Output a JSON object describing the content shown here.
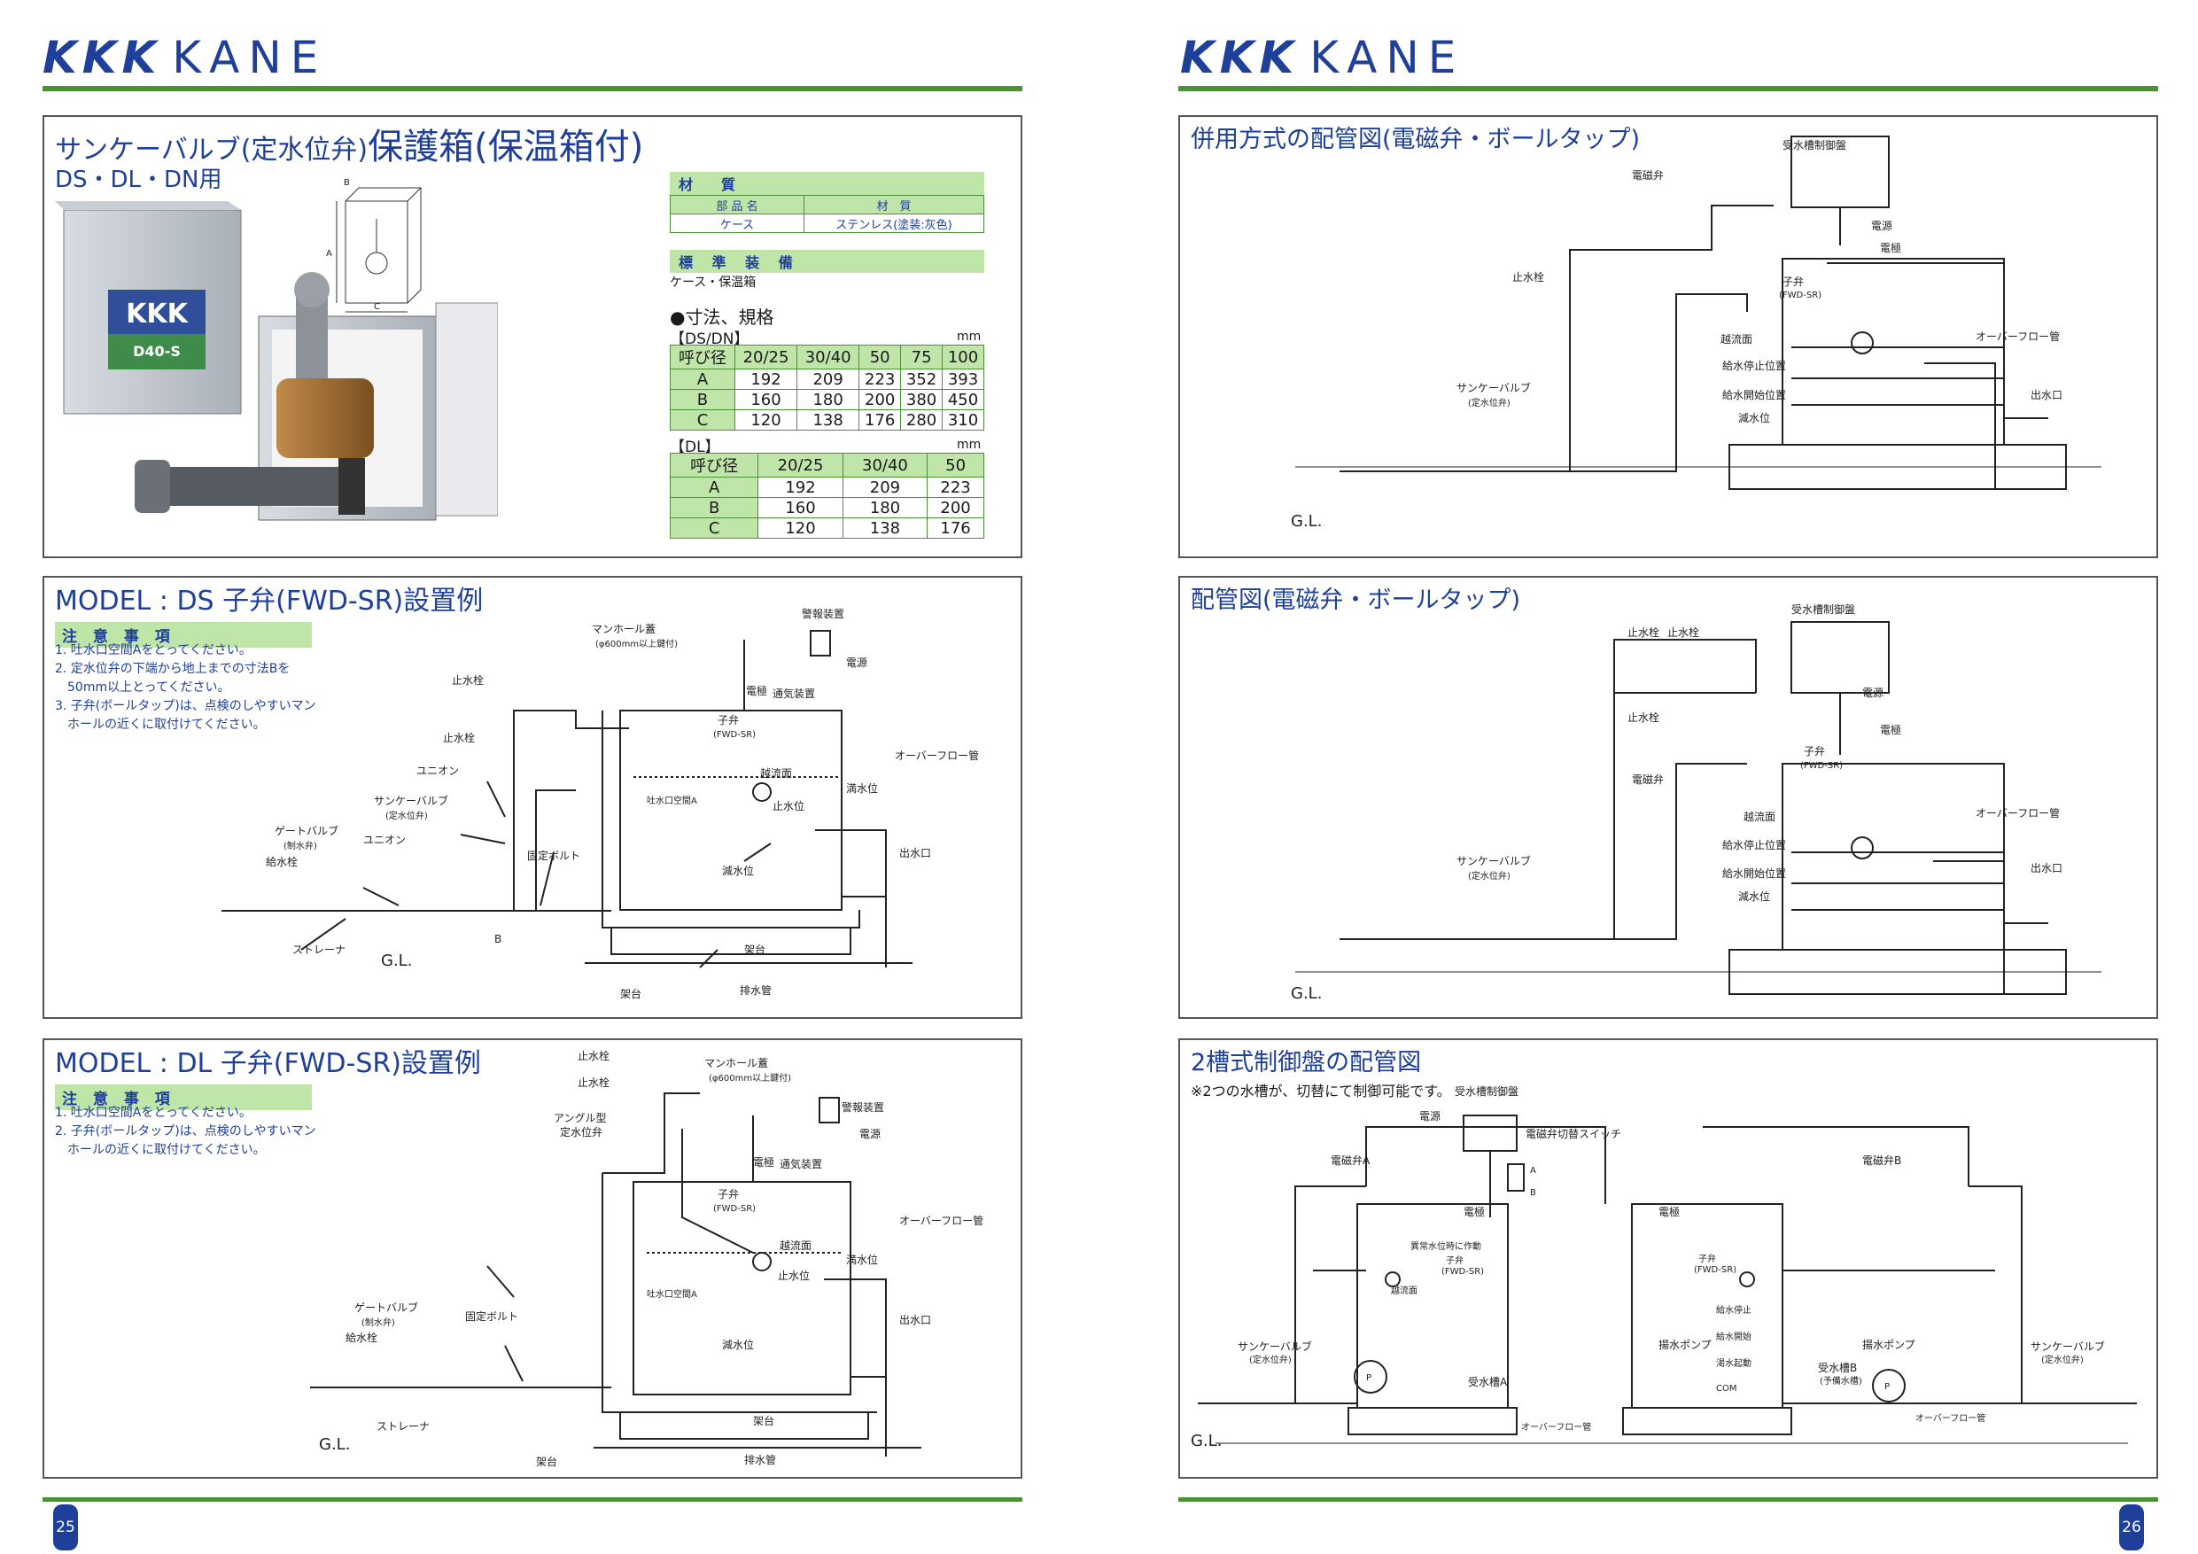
{
  "header": {
    "logo_left_kkk": "KKK",
    "logo_left_kane": "KANE",
    "logo_right_kkk": "KKK",
    "logo_right_kane": "KANE"
  },
  "panel1": {
    "title_small": "サンケーバルブ(定水位弁)",
    "title_big": "保護箱(保温箱付)",
    "subtitle": "DS・DL・DN用",
    "photo_label": "D40-S",
    "dim_labels": {
      "a": "A",
      "b": "B",
      "c": "C"
    },
    "material": {
      "header": "材　質",
      "col1": "部 品 名",
      "col2": "材　質",
      "row_part": "ケース",
      "row_mat": "ステンレス(塗装:灰色)"
    },
    "standard": {
      "header": "標 準 装 備",
      "text": "ケース・保温箱"
    },
    "spec_title": "●寸法、規格",
    "ds_label": "【DS/DN】",
    "unit1": "mm",
    "ds_table": [
      [
        "呼び径",
        "20/25",
        "30/40",
        "50",
        "75",
        "100"
      ],
      [
        "A",
        "192",
        "209",
        "223",
        "352",
        "393"
      ],
      [
        "B",
        "160",
        "180",
        "200",
        "380",
        "450"
      ],
      [
        "C",
        "120",
        "138",
        "176",
        "280",
        "310"
      ]
    ],
    "dl_label": "【DL】",
    "unit2": "mm",
    "dl_table": [
      [
        "呼び径",
        "20/25",
        "30/40",
        "50"
      ],
      [
        "A",
        "192",
        "209",
        "223"
      ],
      [
        "B",
        "160",
        "180",
        "200"
      ],
      [
        "C",
        "120",
        "138",
        "176"
      ]
    ]
  },
  "panel2": {
    "title": "MODEL : DS 子弁(FWD-SR)設置例",
    "note_header": "注 意 事 項",
    "notes": [
      "1. 吐水口空間Aをとってください。",
      "2. 定水位弁の下端から地上までの寸法Bを",
      "　50mm以上とってください。",
      "3. 子弁(ボールタップ)は、点検のしやすいマン",
      "　ホールの近くに取付けてください。"
    ],
    "labels": {
      "manhole": "マンホール蓋",
      "manhole_sub": "(φ600mm以上鍵付)",
      "alarm": "警報装置",
      "power": "電源",
      "electrode": "電極",
      "vent": "通気装置",
      "stop1": "止水栓",
      "stop2": "止水栓",
      "union1": "ユニオン",
      "union2": "ユニオン",
      "sanke": "サンケーバルブ",
      "sanke_sub": "(定水位弁)",
      "gate": "ゲートバルブ",
      "gate_sub": "(制水弁)",
      "supply": "給水栓",
      "strainer": "ストレーナ",
      "gl": "G.L.",
      "child": "子弁",
      "child_sub": "(FWD-SR)",
      "overflow_face": "越流面",
      "stop_level": "止水位",
      "full_level": "満水位",
      "overflow_pipe": "オーバーフロー管",
      "outlet": "出水口",
      "air_gap": "吐水口空間A",
      "low_level": "減水位",
      "bolt": "固定ボルト",
      "b": "B",
      "stand1": "架台",
      "stand2": "架台",
      "drain": "排水管"
    }
  },
  "panel3": {
    "title": "MODEL : DL 子弁(FWD-SR)設置例",
    "note_header": "注 意 事 項",
    "notes": [
      "1. 吐水口空間Aをとってください。",
      "2. 子弁(ボールタップ)は、点検のしやすいマン",
      "　ホールの近くに取付けてください。"
    ],
    "labels": {
      "stop1": "止水栓",
      "stop2": "止水栓",
      "angle": "アングル型",
      "angle_sub": "定水位弁",
      "manhole": "マンホール蓋",
      "manhole_sub": "(φ600mm以上鍵付)",
      "alarm": "警報装置",
      "power": "電源",
      "electrode": "電極",
      "vent": "通気装置",
      "child": "子弁",
      "child_sub": "(FWD-SR)",
      "overflow_face": "越流面",
      "full_level": "満水位",
      "stop_level": "止水位",
      "overflow_pipe": "オーバーフロー管",
      "outlet": "出水口",
      "air_gap": "吐水口空間A",
      "low_level": "減水位",
      "gate": "ゲートバルブ",
      "gate_sub": "(制水弁)",
      "supply": "給水栓",
      "bolt": "固定ボルト",
      "strainer": "ストレーナ",
      "gl": "G.L.",
      "stand1": "架台",
      "stand2": "架台",
      "drain": "排水管"
    }
  },
  "panel4": {
    "title": "併用方式の配管図(電磁弁・ボールタップ)",
    "labels": {
      "control": "受水槽制御盤",
      "solenoid": "電磁弁",
      "power": "電源",
      "electrode": "電極",
      "stop": "止水栓",
      "child": "子弁",
      "child_sub": "(FWD-SR)",
      "overflow_face": "越流面",
      "overflow_pipe": "オーバーフロー管",
      "stop_pos": "給水停止位置",
      "start_pos": "給水開始位置",
      "low_level": "減水位",
      "outlet": "出水口",
      "sanke": "サンケーバルブ",
      "sanke_sub": "(定水位弁)",
      "gl": "G.L."
    }
  },
  "panel5": {
    "title": "配管図(電磁弁・ボールタップ)",
    "labels": {
      "control": "受水槽制御盤",
      "stop1": "止水栓",
      "stop2": "止水栓",
      "stop3": "止水栓",
      "solenoid": "電磁弁",
      "power": "電源",
      "electrode": "電極",
      "child": "子弁",
      "child_sub": "(FWD-SR)",
      "overflow_face": "越流面",
      "overflow_pipe": "オーバーフロー管",
      "stop_pos": "給水停止位置",
      "start_pos": "給水開始位置",
      "low_level": "減水位",
      "outlet": "出水口",
      "sanke": "サンケーバルブ",
      "sanke_sub": "(定水位弁)",
      "gl": "G.L."
    }
  },
  "panel6": {
    "title": "2槽式制御盤の配管図",
    "subtitle": "※2つの水槽が、切替にて制御可能です。",
    "labels": {
      "control": "受水槽制御盤",
      "power": "電源",
      "switch": "電磁弁切替スイッチ",
      "sw_a": "A",
      "sw_b": "B",
      "sol_a": "電磁弁A",
      "sol_b": "電磁弁B",
      "electrode1": "電極",
      "electrode2": "電極",
      "abnormal": "異常水位時に作動",
      "child1": "子弁",
      "child1_sub": "(FWD-SR)",
      "child2": "子弁",
      "child2_sub": "(FWD-SR)",
      "overflow_face": "越流面",
      "stop_supply": "給水停止",
      "start_supply": "給水開始",
      "dry_start": "渇水起動",
      "com": "COM",
      "pump1": "揚水ポンプ",
      "pump2": "揚水ポンプ",
      "tank_a": "受水槽A",
      "tank_b": "受水槽B",
      "tank_b_sub": "(予備水槽)",
      "overflow1": "オーバーフロー管",
      "overflow2": "オーバーフロー管",
      "sanke1": "サンケーバルブ",
      "sanke1_sub": "(定水位弁)",
      "sanke2": "サンケーバルブ",
      "sanke2_sub": "(定水位弁)",
      "p1": "P",
      "p2": "P",
      "gl": "G.L."
    }
  },
  "footer": {
    "page_left": "25",
    "page_right": "26"
  },
  "colors": {
    "brand_blue": "#1e3f9a",
    "green_line": "#4e8f3a",
    "table_header": "#bfe5a8"
  }
}
